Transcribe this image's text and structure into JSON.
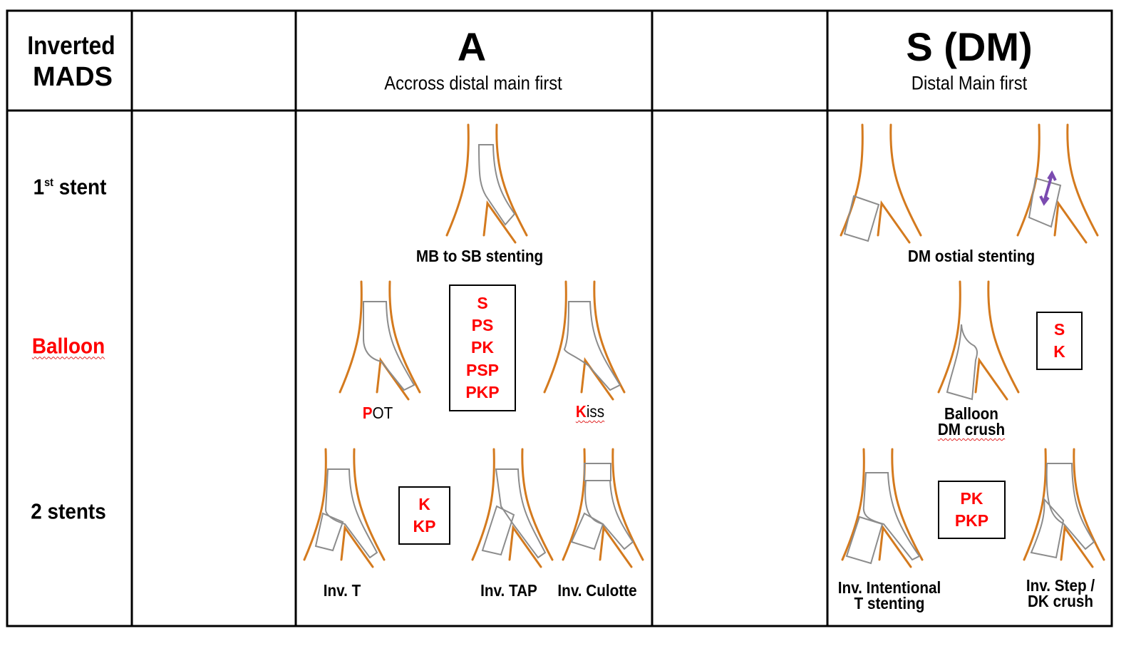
{
  "header": {
    "corner_line1": "Inverted",
    "corner_line2": "MADS",
    "colA_title": "A",
    "colA_subtitle": "Accross distal main first",
    "colS_title": "S (DM)",
    "colS_subtitle": "Distal Main first"
  },
  "rows": {
    "first_stent": "1",
    "first_stent_sup": "st",
    "first_stent_rest": " stent",
    "balloon": "Balloon",
    "two_stents": "2 stents"
  },
  "colA": {
    "first_label": "MB to SB stenting",
    "pot_first": "P",
    "pot_rest": "OT",
    "kiss_first": "K",
    "kiss_rest": "iss",
    "balloon_box": [
      "S",
      "PS",
      "PK",
      "PSP",
      "PKP"
    ],
    "stents_box": [
      "K",
      "KP"
    ],
    "inv_t": "Inv. T",
    "inv_tap": "Inv. TAP",
    "inv_culotte": "Inv. Culotte"
  },
  "colS": {
    "first_label": "DM ostial stenting",
    "balloon_line1": "Balloon",
    "balloon_line2": "DM crush",
    "balloon_box": [
      "S",
      "K"
    ],
    "stents_box": [
      "PK",
      "PKP"
    ],
    "inv_intentional_line1": "Inv. Intentional",
    "inv_intentional_line2": "T stenting",
    "inv_step_line1": "Inv. Step /",
    "inv_step_line2": "DK crush"
  },
  "colors": {
    "vessel": "#d47a1e",
    "stent": "#8c8c8c",
    "accent": "#ff0000",
    "arrow": "#7b4bb0"
  }
}
